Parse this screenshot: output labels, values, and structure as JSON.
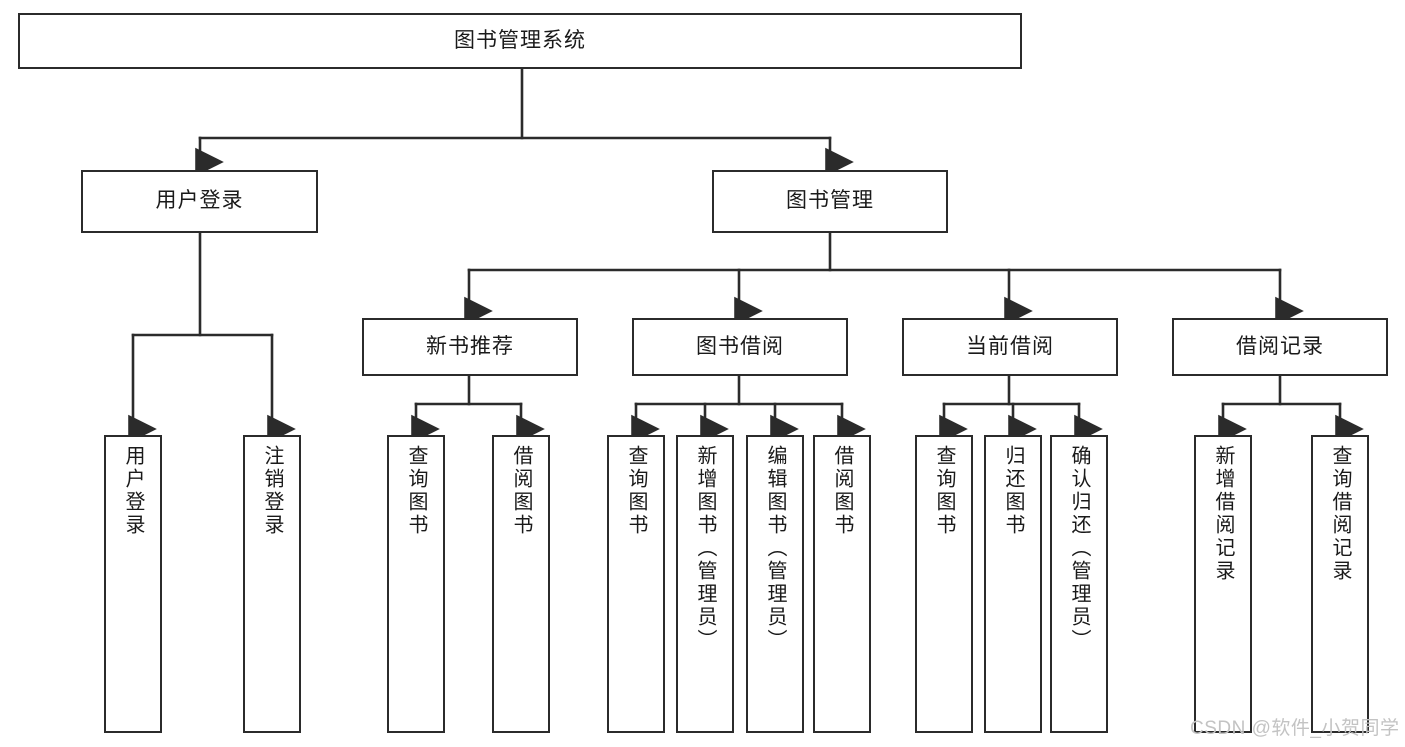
{
  "diagram": {
    "title": "图书管理系统",
    "type": "tree-hierarchy-chart",
    "colors": {
      "box_border": "#2b2b2b",
      "box_fill": "#ffffff",
      "edge": "#2b2b2b",
      "text": "#1a1a1a",
      "watermark": "#c3c3c3",
      "background": "#ffffff"
    },
    "watermark": "CSDN @软件_小贺同学",
    "nodes": {
      "root": {
        "label": "图书管理系统"
      },
      "level2": [
        {
          "label": "用户登录"
        },
        {
          "label": "图书管理"
        }
      ],
      "level3": [
        {
          "label": "新书推荐"
        },
        {
          "label": "图书借阅"
        },
        {
          "label": "当前借阅"
        },
        {
          "label": "借阅记录"
        }
      ],
      "leaves_user_login": [
        {
          "label": "用户登录"
        },
        {
          "label": "注销登录"
        }
      ],
      "leaves_new_book": [
        {
          "label": "查询图书"
        },
        {
          "label": "借阅图书"
        }
      ],
      "leaves_borrow": [
        {
          "label": "查询图书"
        },
        {
          "label": "新增图书（管理员）"
        },
        {
          "label": "编辑图书（管理员）"
        },
        {
          "label": "借阅图书"
        }
      ],
      "leaves_current": [
        {
          "label": "查询图书"
        },
        {
          "label": "归还图书"
        },
        {
          "label": "确认归还（管理员）"
        }
      ],
      "leaves_records": [
        {
          "label": "新增借阅记录"
        },
        {
          "label": "查询借阅记录"
        }
      ]
    }
  }
}
